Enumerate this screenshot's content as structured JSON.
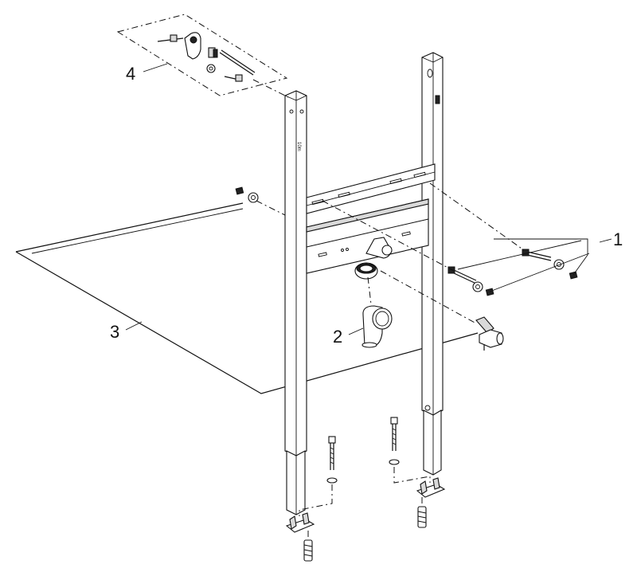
{
  "callouts": [
    {
      "id": "1",
      "text": "1"
    },
    {
      "id": "2",
      "text": "2"
    },
    {
      "id": "3",
      "text": "3"
    },
    {
      "id": "4",
      "text": "4"
    }
  ],
  "frame_marking": "10m"
}
